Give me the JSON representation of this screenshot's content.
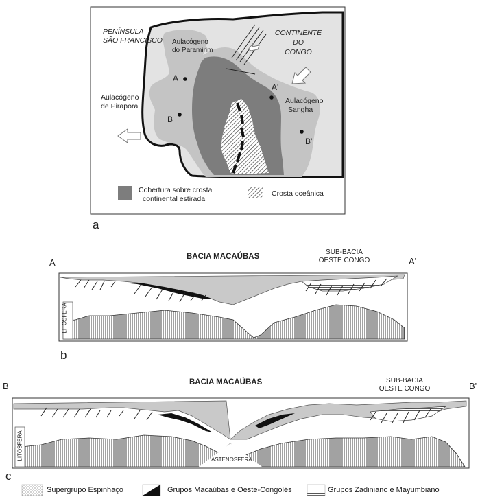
{
  "map": {
    "peninsula_line1": "PENÍNSULA",
    "peninsula_line2": "SÃO FRANCISCO",
    "paramirim_line1": "Aulacógeno",
    "paramirim_line2": "do Paramirim",
    "congo_line1": "CONTINENTE",
    "congo_line2": "DO",
    "congo_line3": "CONGO",
    "pirapora_line1": "Aulacógeno",
    "pirapora_line2": "de Pirapora",
    "sangha_line1": "Aulacógeno",
    "sangha_line2": "Sangha",
    "point_a": "A",
    "point_b": "B",
    "point_a_prime": "A'",
    "point_b_prime": "B'",
    "legend_continental_line1": "Cobertura sobre crosta",
    "legend_continental_line2": "continental estirada",
    "legend_oceanic": "Crosta oceânica",
    "panel_label": "a"
  },
  "section_b": {
    "title": "BACIA MACAÚBAS",
    "subbasin_line1": "SUB-BACIA",
    "subbasin_line2": "OESTE CONGO",
    "left_end": "A",
    "right_end": "A'",
    "lithosphere": "LITOSFERA",
    "panel_label": "b"
  },
  "section_c": {
    "title": "BACIA MACAÚBAS",
    "subbasin_line1": "SUB-BACIA",
    "subbasin_line2": "OESTE CONGO",
    "left_end": "B",
    "right_end": "B'",
    "lithosphere": "LITOSFERA",
    "asthenosphere": "ASTENOSFERA",
    "panel_label": "c"
  },
  "legend": {
    "espinhaco": "Supergrupo Espinhaço",
    "macaubas": "Grupos Macaúbas e Oeste-Congolês",
    "zadiniano": "Grupos Zadiniano e Mayumbiano"
  },
  "colors": {
    "dark_grey": "#7d7d7d",
    "light_grey": "#c4c4c4",
    "pale_grey": "#e3e3e3",
    "black": "#111111"
  }
}
